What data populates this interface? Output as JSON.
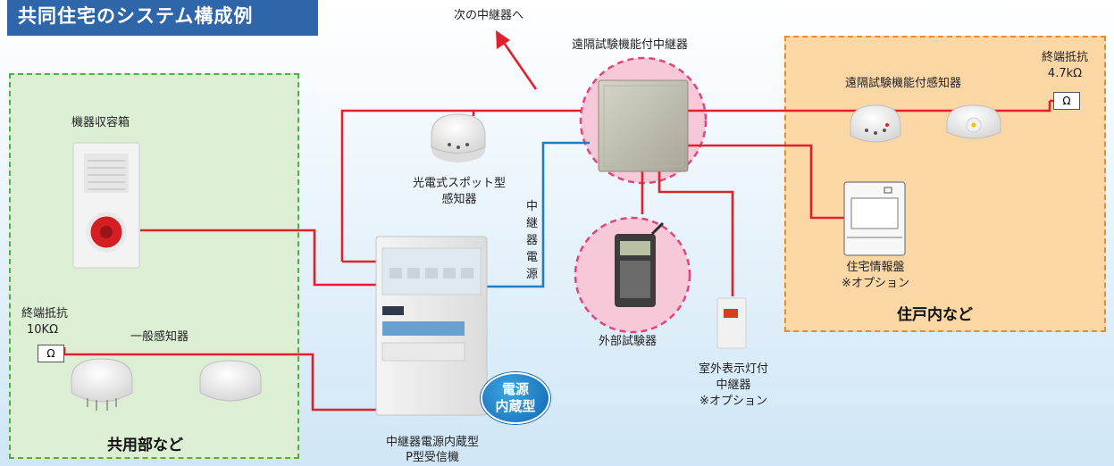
{
  "title": "共同住宅のシステム構成例",
  "zones": {
    "common": {
      "label": "共用部など"
    },
    "unit": {
      "label": "住戸内など"
    }
  },
  "labels": {
    "next_relay": "次の中継器へ",
    "remote_relay": "遠隔試験機能付中継器",
    "remote_sensor": "遠隔試験機能付感知器",
    "end_resistor_unit_1": "終端抵抗",
    "end_resistor_unit_2": "4.7kΩ",
    "equipment_box": "機器収容箱",
    "photo_sensor_1": "光電式スポット型",
    "photo_sensor_2": "感知器",
    "relay_power": "中継器電源",
    "housing_panel_1": "住宅情報盤",
    "housing_panel_2": "※オプション",
    "end_resistor_common_1": "終端抵抗",
    "end_resistor_common_2": "10KΩ",
    "general_sensor": "一般感知器",
    "external_tester": "外部試験器",
    "outdoor_relay_1": "室外表示灯付",
    "outdoor_relay_2": "中継器",
    "outdoor_relay_3": "※オプション",
    "receiver_1": "中継器電源内蔵型",
    "receiver_2": "P型受信機",
    "badge_1": "電源",
    "badge_2": "内蔵型",
    "ohm_symbol": "Ω"
  },
  "colors": {
    "wire_red": "#e2202c",
    "wire_blue": "#1f7dc2",
    "title_bg": "#2f66a9",
    "common_zone": "#dcefd4",
    "unit_zone": "#fbd7a6",
    "highlight_pink": "#f7c9d8"
  }
}
